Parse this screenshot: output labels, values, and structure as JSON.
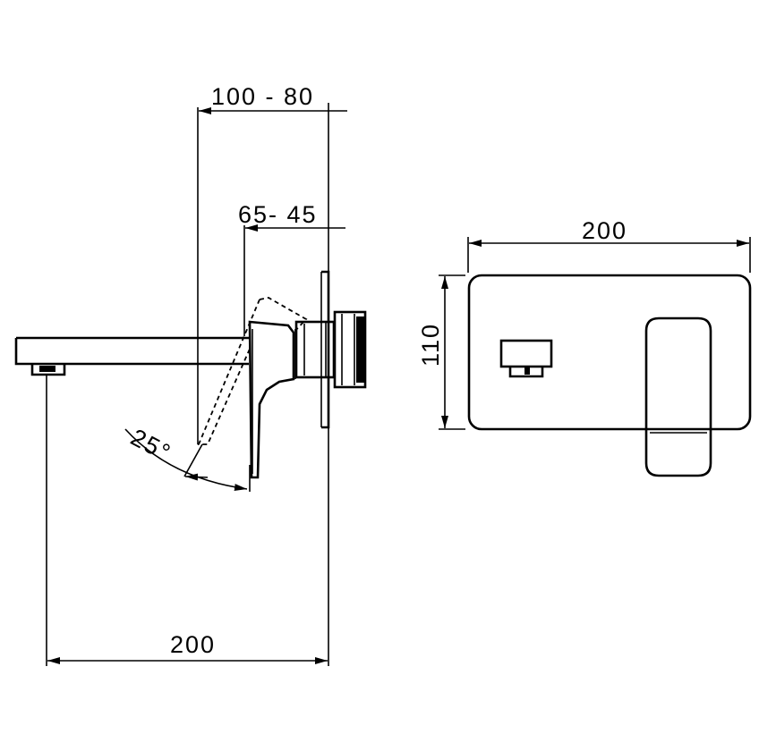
{
  "dimensions": {
    "wall_projection": "100 - 80",
    "mixer_depth": "65- 45",
    "spout_length": "200",
    "plate_width": "200",
    "plate_height": "110",
    "lever_angle": "25°"
  },
  "colors": {
    "line": "#000000",
    "background": "#ffffff"
  }
}
